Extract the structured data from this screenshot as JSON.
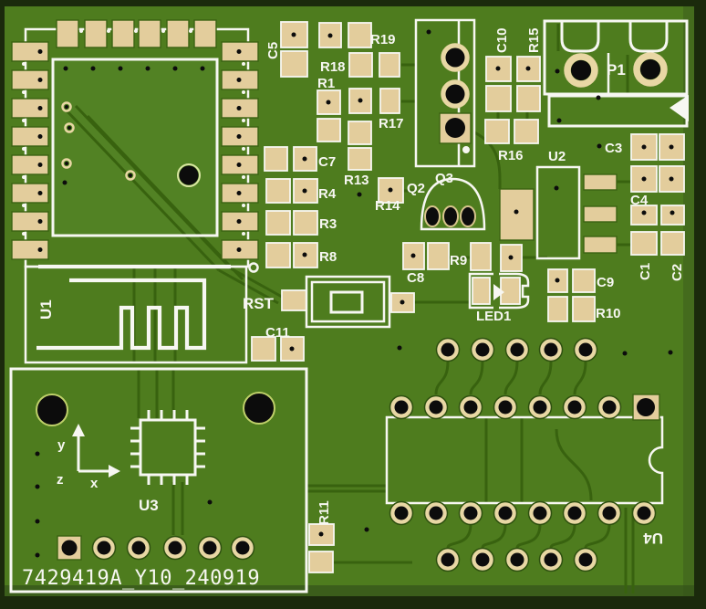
{
  "board": {
    "silkscreen_id": "7429419A_Y10_240919",
    "colors": {
      "soldermask": "#4e7c1e",
      "copper_trace": "#38620f",
      "smd_pad": "#e3cd9c",
      "hole_ring": "#e8d7a4",
      "silkscreen": "#f7f7f2",
      "drill": "#0c0c0c",
      "board_edge": "#1b2a0c"
    }
  },
  "axes": {
    "x": "x",
    "y": "y",
    "z": "z"
  },
  "labels": {
    "U1": "U1",
    "U2": "U2",
    "U3": "U3",
    "U4": "U4",
    "P1": "P1",
    "Q2": "Q2",
    "Q3": "Q3",
    "LED1": "LED1",
    "RST": "RST",
    "C1": "C1",
    "C2": "C2",
    "C3": "C3",
    "C4": "C4",
    "C5": "C5",
    "C7": "C7",
    "C8": "C8",
    "C9": "C9",
    "C10": "C10",
    "C11": "C11",
    "R1": "R1",
    "R3": "R3",
    "R4": "R4",
    "R8": "R8",
    "R9": "R9",
    "R10": "R10",
    "R11": "R11",
    "R13": "R13",
    "R14": "R14",
    "R15": "R15",
    "R16": "R16",
    "R17": "R17",
    "R18": "R18",
    "R19": "R19"
  }
}
